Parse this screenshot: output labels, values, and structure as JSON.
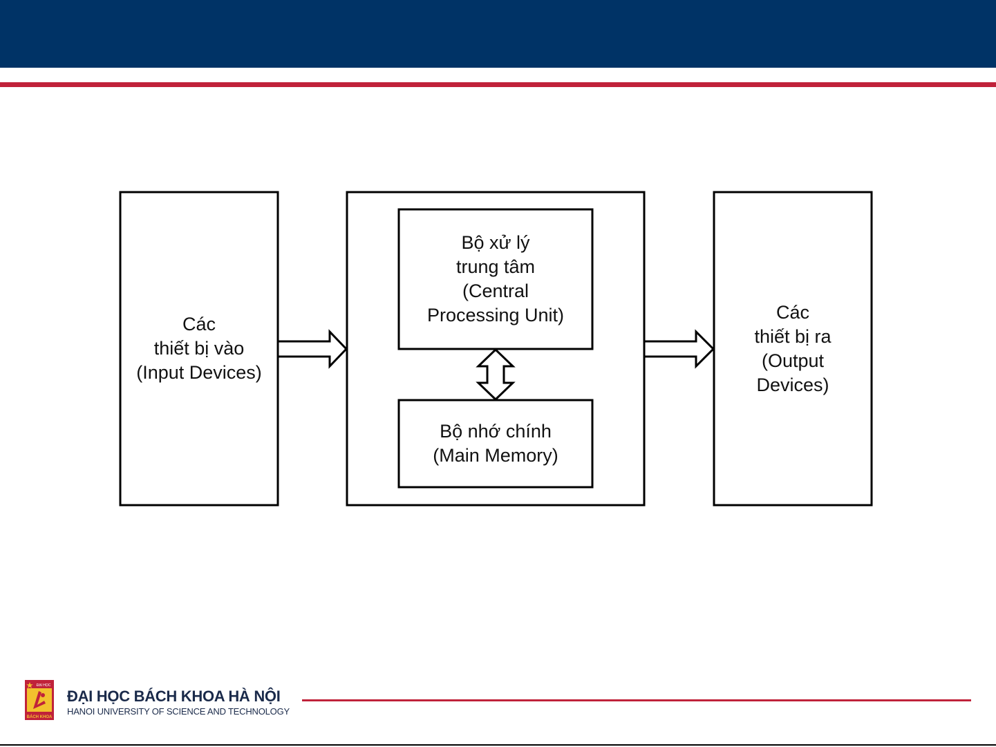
{
  "theme": {
    "header_color": "#003366",
    "accent_red": "#c0223a"
  },
  "diagram": {
    "input_box": {
      "lines": [
        "Các",
        "thiết bị vào",
        "(Input Devices)"
      ]
    },
    "cpu_box": {
      "lines": [
        "Bộ xử lý",
        "trung tâm",
        "(Central",
        "Processing Unit)"
      ]
    },
    "memory_box": {
      "lines": [
        "Bộ nhớ chính",
        "(Main Memory)"
      ]
    },
    "output_box": {
      "lines": [
        "Các",
        "thiết bị ra",
        "(Output",
        "Devices)"
      ]
    }
  },
  "footer": {
    "logo_text_top": "ĐẠI HỌC",
    "logo_text_bottom": "BÁCH KHOA",
    "university_name": "ĐẠI HỌC BÁCH KHOA HÀ NỘI",
    "university_name_en": "HANOI UNIVERSITY OF SCIENCE AND TECHNOLOGY"
  }
}
